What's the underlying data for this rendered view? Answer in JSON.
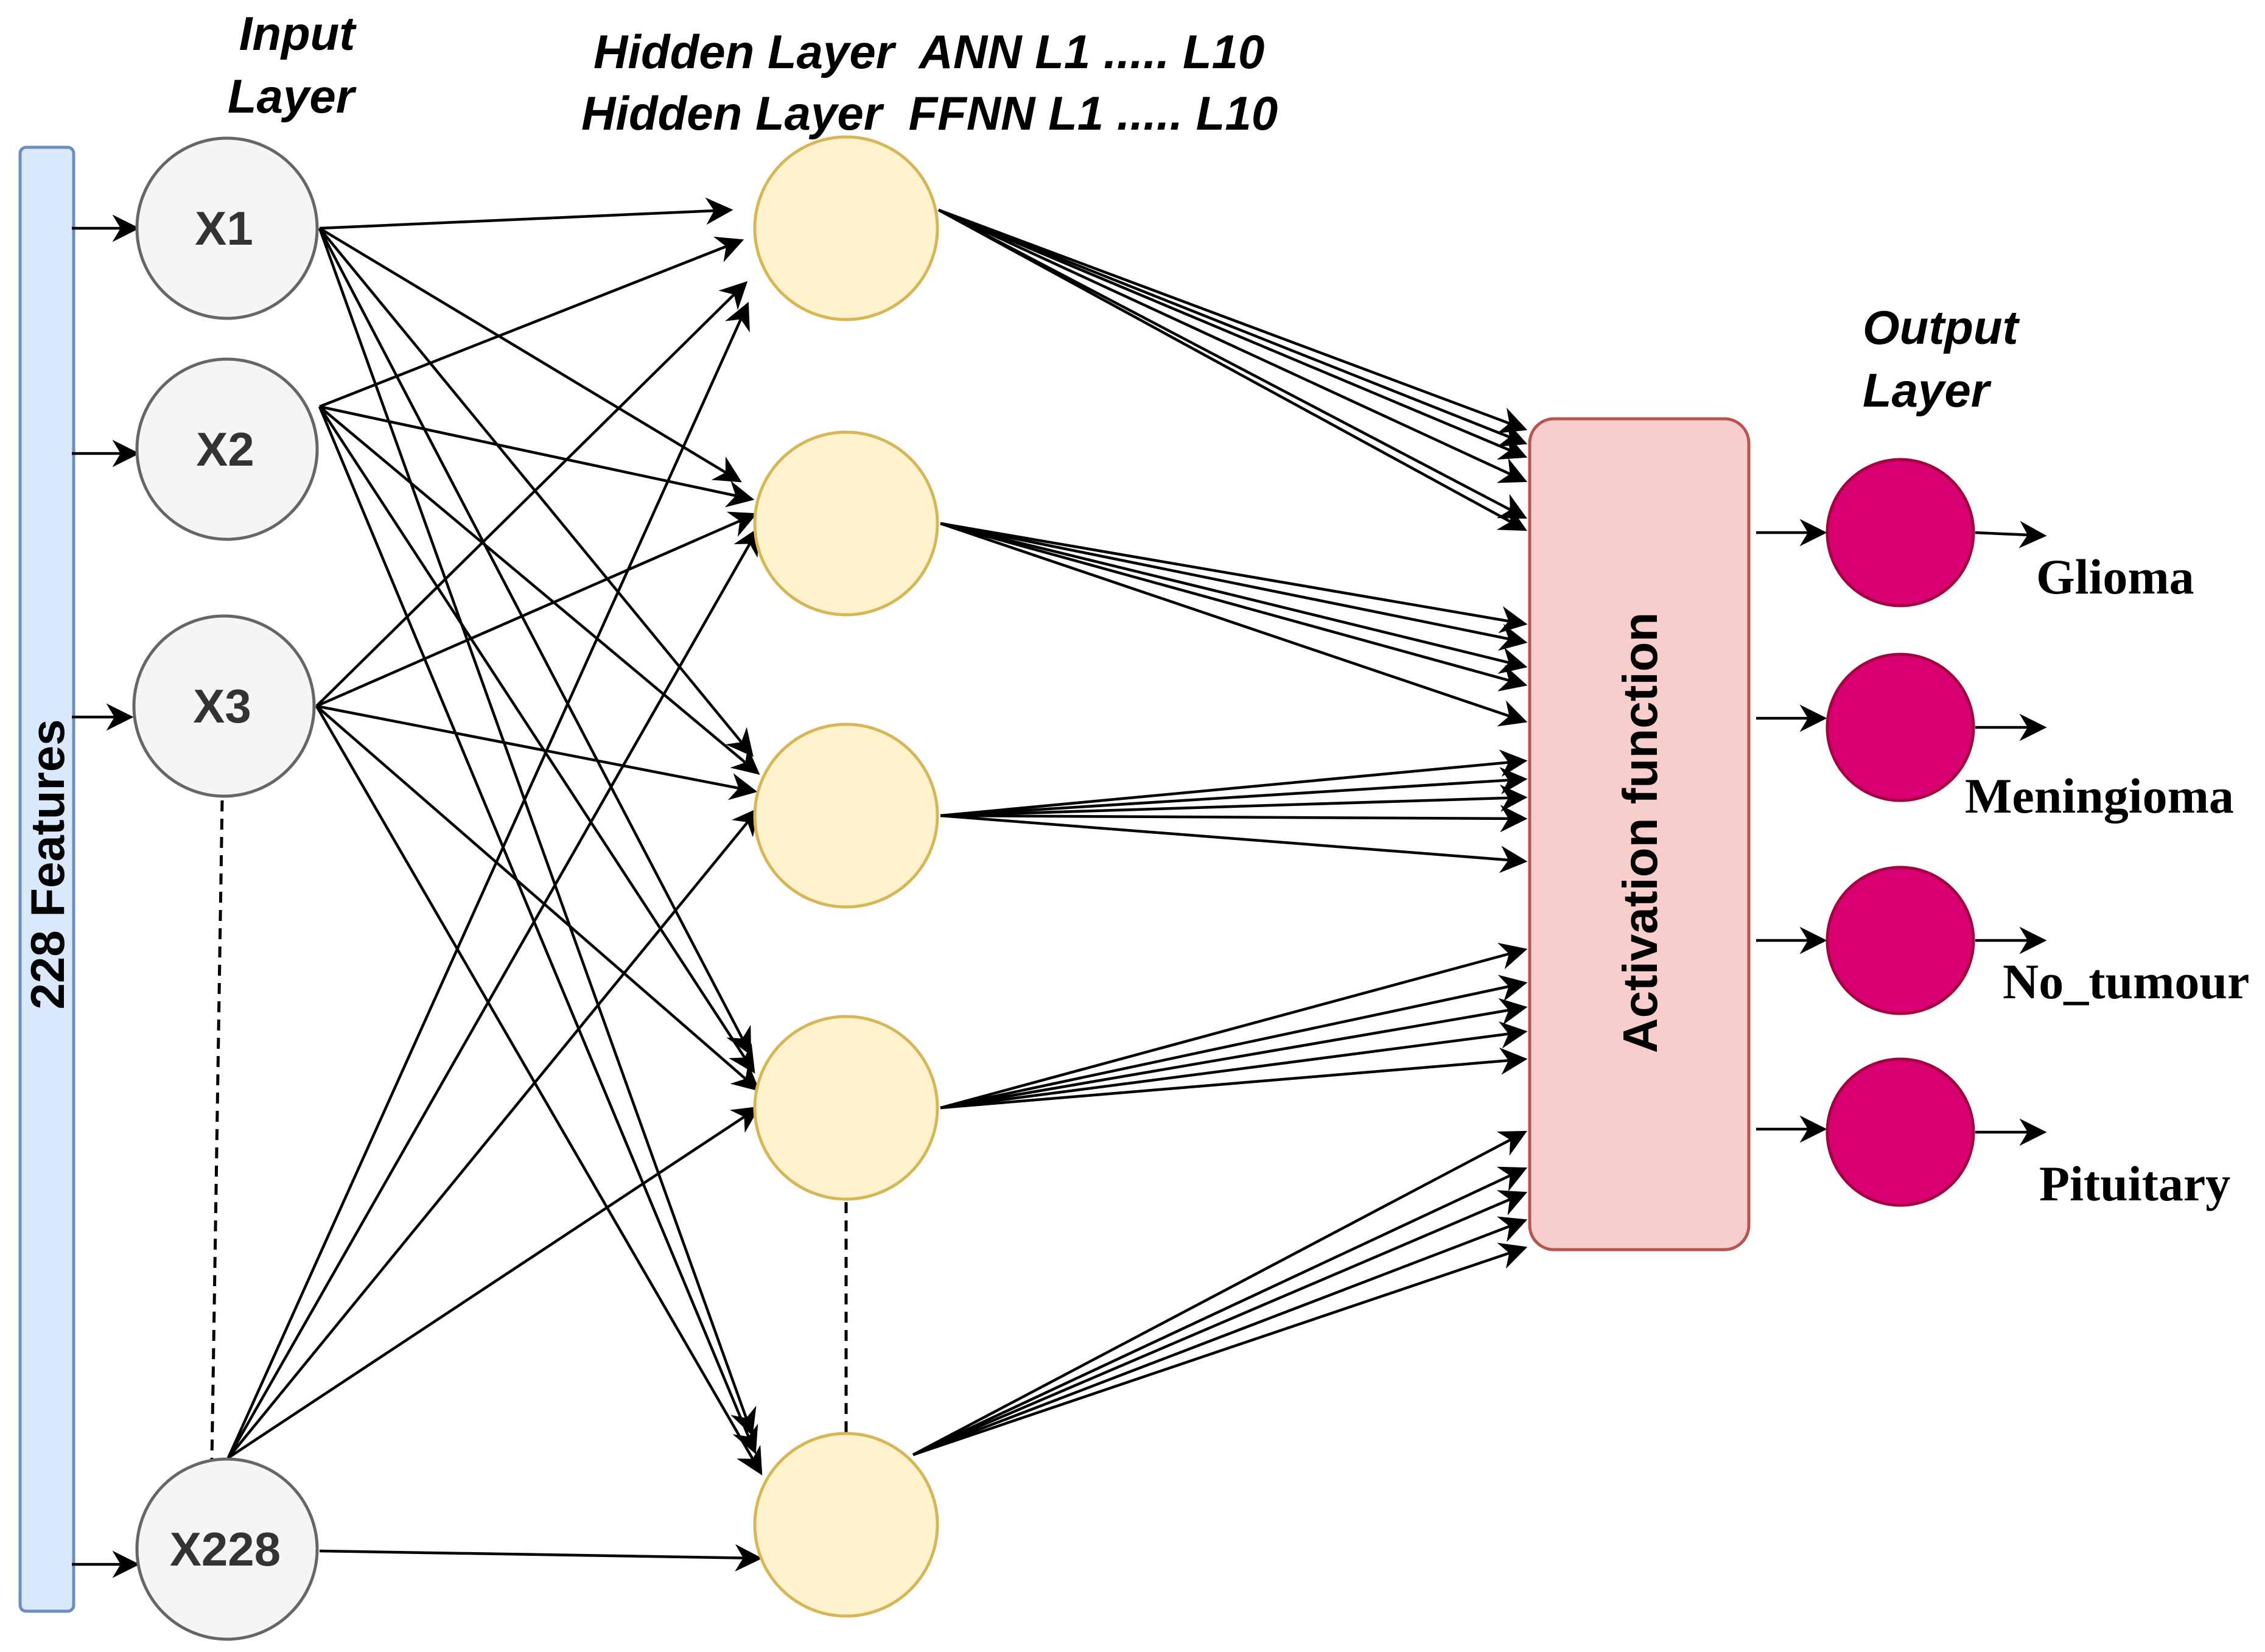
{
  "titles": {
    "input_layer_line1": "Input",
    "input_layer_line2": "Layer",
    "hidden_layer_line1": "Hidden Layer  ANN L1 ..... L10",
    "hidden_layer_line2": "Hidden Layer  FFNN L1 ..... L10",
    "output_layer_line1": "Output",
    "output_layer_line2": "Layer"
  },
  "features_bar": {
    "label": "228 Features",
    "color": "#dae8fc",
    "border": "#6c8ebf"
  },
  "input_nodes": [
    {
      "label": "X1"
    },
    {
      "label": "X2"
    },
    {
      "label": "X3"
    },
    {
      "label": "X228"
    }
  ],
  "hidden_nodes_count": 5,
  "activation": {
    "label": "Activation function",
    "color": "#f8cecc",
    "border": "#b85450"
  },
  "outputs": [
    {
      "label": "Glioma"
    },
    {
      "label": "Meningioma"
    },
    {
      "label": "No_tumour"
    },
    {
      "label": "Pituitary"
    }
  ],
  "colors": {
    "input_fill": "#f5f5f5",
    "input_border": "#666666",
    "hidden_fill": "#fff2cc",
    "hidden_border": "#d6b656",
    "output_fill": "#d80073",
    "output_border": "#a50040"
  }
}
